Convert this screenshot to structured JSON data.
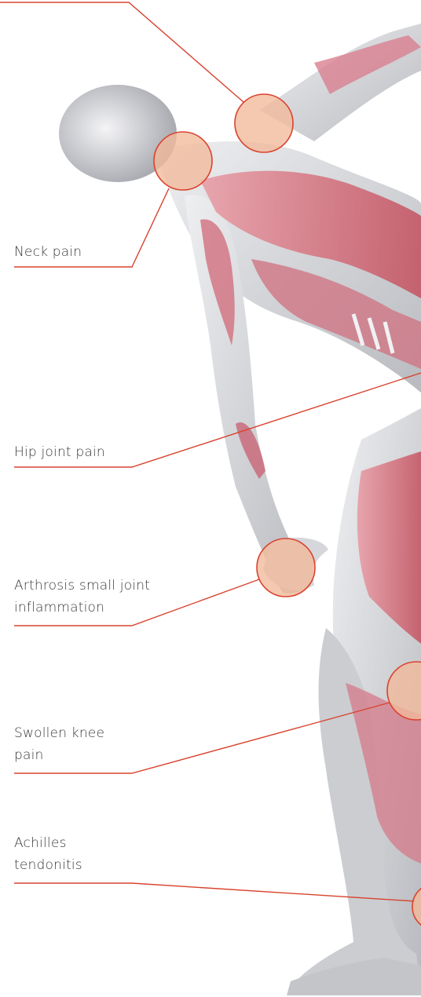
{
  "colors": {
    "leader_line": "#d9432f",
    "marker_fill": "#f2b89a",
    "marker_stroke": "#d9432f",
    "muscle": "#d9707c",
    "muscle_dark": "#b84a5a",
    "body_shell": "#d8d9dc",
    "label_text": "#3a3a3a"
  },
  "annotations": [
    {
      "id": "neck",
      "lines": [
        "Neck pain"
      ]
    },
    {
      "id": "hip",
      "lines": [
        "Hip joint pain"
      ]
    },
    {
      "id": "arthrosis",
      "lines": [
        "Arthrosis small joint",
        "inflammation"
      ]
    },
    {
      "id": "knee",
      "lines": [
        "Swollen knee",
        "pain"
      ]
    },
    {
      "id": "achilles",
      "lines": [
        "Achilles",
        "tendonitis"
      ]
    }
  ]
}
